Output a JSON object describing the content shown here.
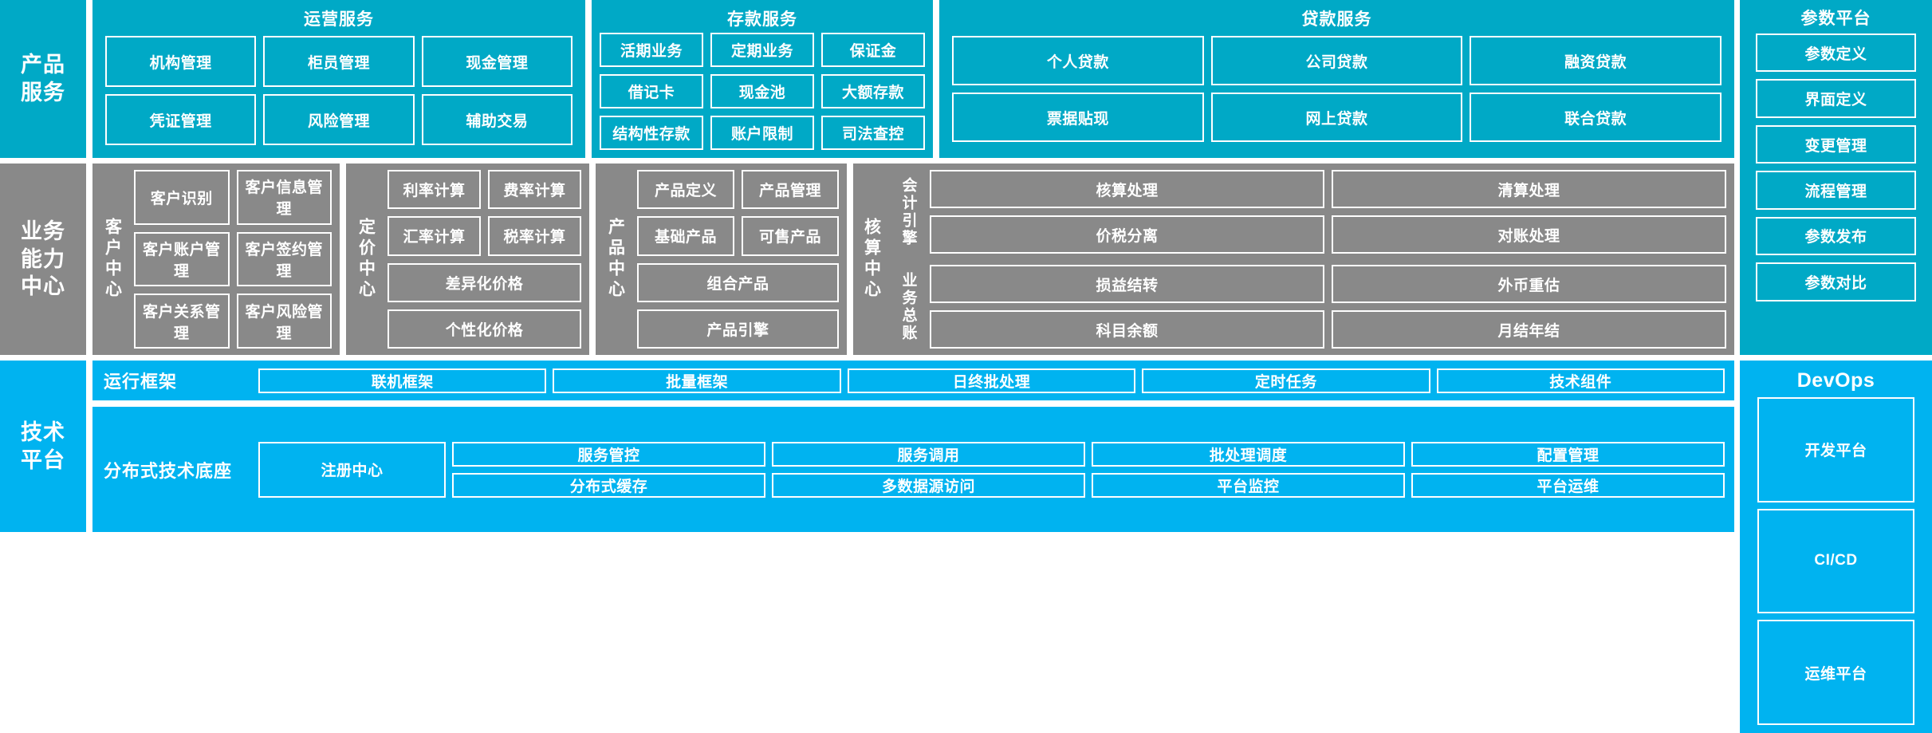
{
  "bands": {
    "product_services": {
      "label": "产品\n服务",
      "groups": [
        {
          "title": "运营服务",
          "items": [
            "机构管理",
            "柜员管理",
            "现金管理",
            "凭证管理",
            "风险管理",
            "辅助交易"
          ]
        },
        {
          "title": "存款服务",
          "items": [
            "活期业务",
            "定期业务",
            "保证金",
            "借记卡",
            "现金池",
            "大额存款",
            "结构性存款",
            "账户限制",
            "司法查控"
          ]
        },
        {
          "title": "贷款服务",
          "items": [
            "个人贷款",
            "公司贷款",
            "融资贷款",
            "票据贴现",
            "网上贷款",
            "联合贷款"
          ]
        }
      ]
    },
    "business_capability": {
      "label": "业务\n能力\n中心",
      "groups": [
        {
          "vlabel": "客户中心",
          "items": [
            "客户识别",
            "客户信息管理",
            "客户账户管理",
            "客户签约管理",
            "客户关系管理",
            "客户风险管理"
          ]
        },
        {
          "vlabel": "定价中心",
          "items": [
            "利率计算",
            "费率计算",
            "汇率计算",
            "税率计算",
            "差异化价格",
            "个性化价格"
          ]
        },
        {
          "vlabel": "产品中心",
          "items": [
            "产品定义",
            "产品管理",
            "基础产品",
            "可售产品",
            "组合产品",
            "产品引擎"
          ]
        },
        {
          "vlabel": "核算中心",
          "subgroups": [
            {
              "vlabel": "会计引擎",
              "items": [
                "核算处理",
                "清算处理",
                "价税分离",
                "对账处理"
              ]
            },
            {
              "vlabel": "业务总账",
              "items": [
                "损益结转",
                "外币重估",
                "科目余额",
                "月结年结"
              ]
            }
          ]
        }
      ]
    },
    "technical_platform": {
      "label": "技术\n平台",
      "rows": [
        {
          "row_label": "运行框架",
          "items": [
            "联机框架",
            "批量框架",
            "日终批处理",
            "定时任务",
            "技术组件"
          ]
        },
        {
          "row_label": "分布式技术底座",
          "register": "注册中心",
          "items": [
            "服务管控",
            "服务调用",
            "批处理调度",
            "配置管理",
            "分布式缓存",
            "多数据源访问",
            "平台监控",
            "平台运维"
          ]
        }
      ]
    }
  },
  "parameter_platform": {
    "title": "参数平台",
    "items": [
      "参数定义",
      "界面定义",
      "变更管理",
      "流程管理",
      "参数发布",
      "参数对比"
    ]
  },
  "devops": {
    "title": "DevOps",
    "items": [
      "开发平台",
      "CI/CD",
      "运维平台"
    ]
  },
  "colors": {
    "teal": "#00a9c6",
    "gray": "#898989",
    "blue": "#00b3f0",
    "white": "#ffffff"
  }
}
